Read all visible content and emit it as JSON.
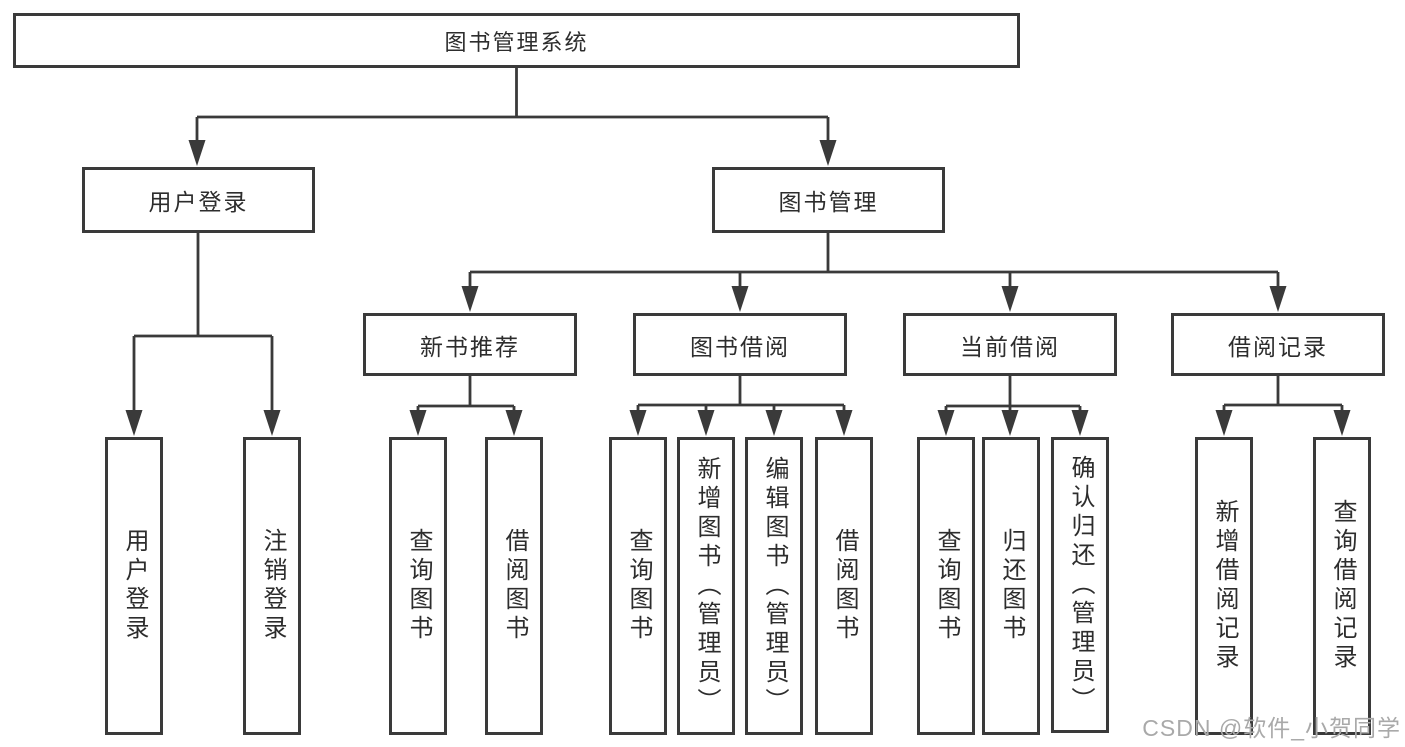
{
  "nodes": {
    "root": {
      "label": "图书管理系统"
    },
    "l2": [
      {
        "label": "用户登录"
      },
      {
        "label": "图书管理"
      }
    ],
    "l3": [
      {
        "label": "新书推荐"
      },
      {
        "label": "图书借阅"
      },
      {
        "label": "当前借阅"
      },
      {
        "label": "借阅记录"
      }
    ],
    "l4": [
      {
        "label": "用户登录"
      },
      {
        "label": "注销登录"
      },
      {
        "label": "查询图书"
      },
      {
        "label": "借阅图书"
      },
      {
        "label": "查询图书"
      },
      {
        "label": "新增图书（管理员）"
      },
      {
        "label": "编辑图书（管理员）"
      },
      {
        "label": "借阅图书"
      },
      {
        "label": "查询图书"
      },
      {
        "label": "归还图书"
      },
      {
        "label": "确认归还（管理员）"
      },
      {
        "label": "新增借阅记录"
      },
      {
        "label": "查询借阅记录"
      }
    ]
  },
  "watermark": "CSDN @软件_小贺同学",
  "colors": {
    "line": "#3a3a3a",
    "text": "#2d2d2d",
    "watermark": "#a9a9a9",
    "background": "#ffffff"
  }
}
